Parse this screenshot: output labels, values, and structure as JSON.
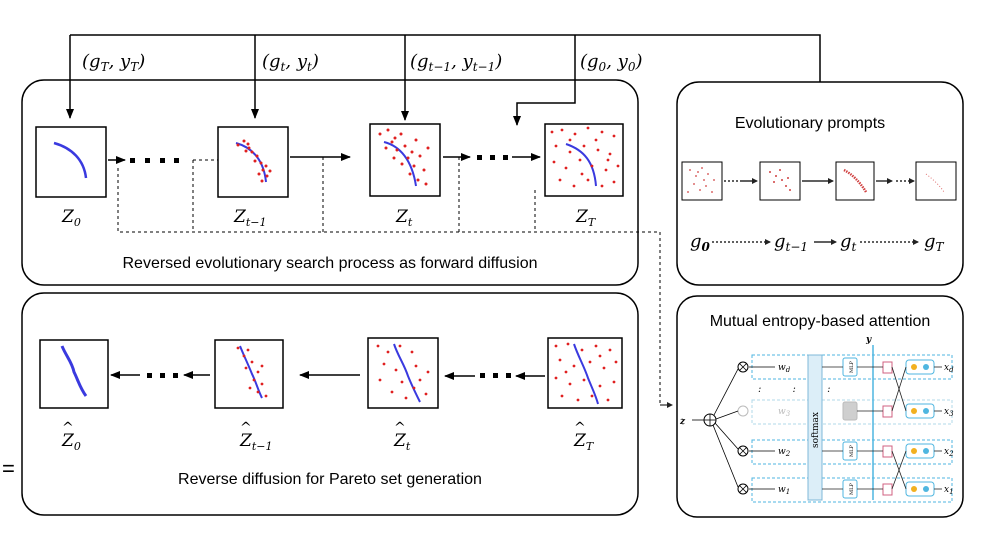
{
  "top_labels": {
    "gT_yT": "(g_T, y_T)",
    "gt_yt": "(g_t, y_t)",
    "gt1_yt1": "(g_{t−1}, y_{t−1})",
    "g0_y0": "(g_0, y_0)"
  },
  "forward": {
    "caption": "Reversed evolutionary search process as forward diffusion",
    "labels": [
      "Z_0",
      "Z_{t−1}",
      "Z_t",
      "Z_T"
    ]
  },
  "reverse": {
    "caption": "Reverse diffusion for Pareto set generation",
    "labels": [
      "Ẑ_0",
      "Ẑ_{t−1}",
      "Ẑ_t",
      "Ẑ_T"
    ]
  },
  "prompts": {
    "title": "Evolutionary prompts",
    "sequence": [
      "g_0",
      "g_{t−1}",
      "g_t",
      "g_T"
    ]
  },
  "attention": {
    "title": "Mutual entropy-based attention",
    "y_label": "y",
    "z_label": "z",
    "softmax": "softmax",
    "mlp": "MLP",
    "weights": [
      "w_d",
      "w_3",
      "w_2",
      "w_1"
    ],
    "inputs": [
      "x_d",
      "x_3",
      "x_2",
      "x_1"
    ],
    "dots": ": : :"
  },
  "equals_sign": "="
}
